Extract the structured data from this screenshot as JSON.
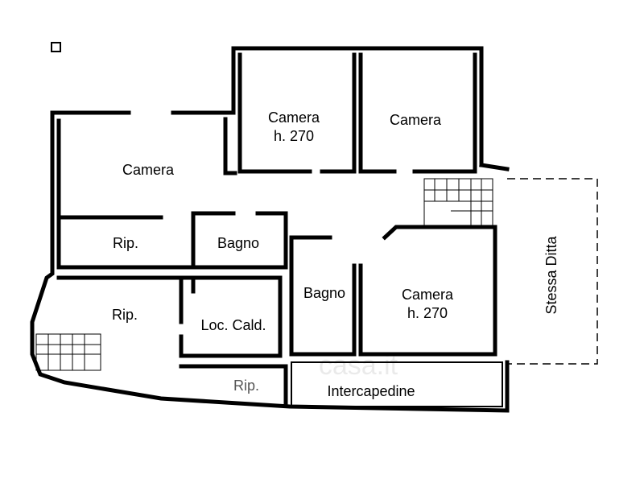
{
  "rooms": [
    {
      "id": "camera-top-center",
      "name": "Camera",
      "height": "h. 270"
    },
    {
      "id": "camera-top-right",
      "name": "Camera",
      "height": ""
    },
    {
      "id": "camera-left",
      "name": "Camera",
      "height": ""
    },
    {
      "id": "rip-left",
      "name": "Rip.",
      "height": ""
    },
    {
      "id": "bagno-left",
      "name": "Bagno",
      "height": ""
    },
    {
      "id": "bagno-center",
      "name": "Bagno",
      "height": ""
    },
    {
      "id": "camera-bottom-right",
      "name": "Camera",
      "height": "h. 270"
    },
    {
      "id": "rip-lower",
      "name": "Rip.",
      "height": ""
    },
    {
      "id": "loc-cald",
      "name": "Loc. Cald.",
      "height": ""
    },
    {
      "id": "rip-bottom",
      "name": "Rip.",
      "height": ""
    },
    {
      "id": "intercapedine",
      "name": "Intercapedine",
      "height": ""
    },
    {
      "id": "stessa-ditta",
      "name": "Stessa Ditta",
      "height": ""
    }
  ],
  "watermark": "casa.it",
  "colors": {
    "wall": "#000000",
    "background": "#ffffff",
    "watermark": "#000000"
  }
}
